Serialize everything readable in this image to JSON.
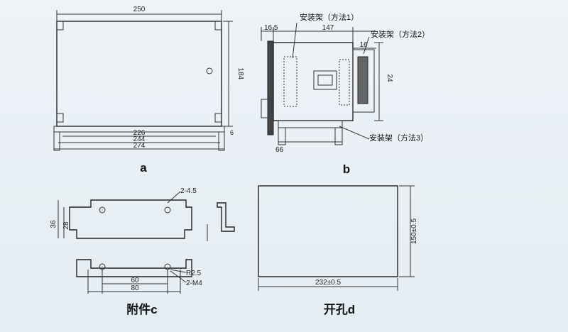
{
  "fig_a": {
    "caption": "a",
    "dim_width": "250",
    "dim_height": "184",
    "dim_bottom_1": "226",
    "dim_bottom_2": "244",
    "dim_bottom_3": "274",
    "dim_tick": "6"
  },
  "fig_b": {
    "caption": "b",
    "dim_left": "16.5",
    "dim_top": "147",
    "dim_right": "16",
    "dim_side": "24",
    "dim_bottom": "66",
    "label_method1": "安装架（方法1）",
    "label_method2": "安装架（方法2）",
    "label_method3": "安装架（方法3）"
  },
  "fig_c": {
    "caption": "附件c",
    "dim_hole_top": "2-4.5",
    "dim_h1": "36",
    "dim_h2": "28",
    "dim_inner": "60",
    "dim_outer": "80",
    "dim_r": "R2.5",
    "dim_m": "2-M4"
  },
  "fig_d": {
    "caption": "开孔d",
    "dim_height": "150±0.5",
    "dim_width": "232±0.5"
  }
}
